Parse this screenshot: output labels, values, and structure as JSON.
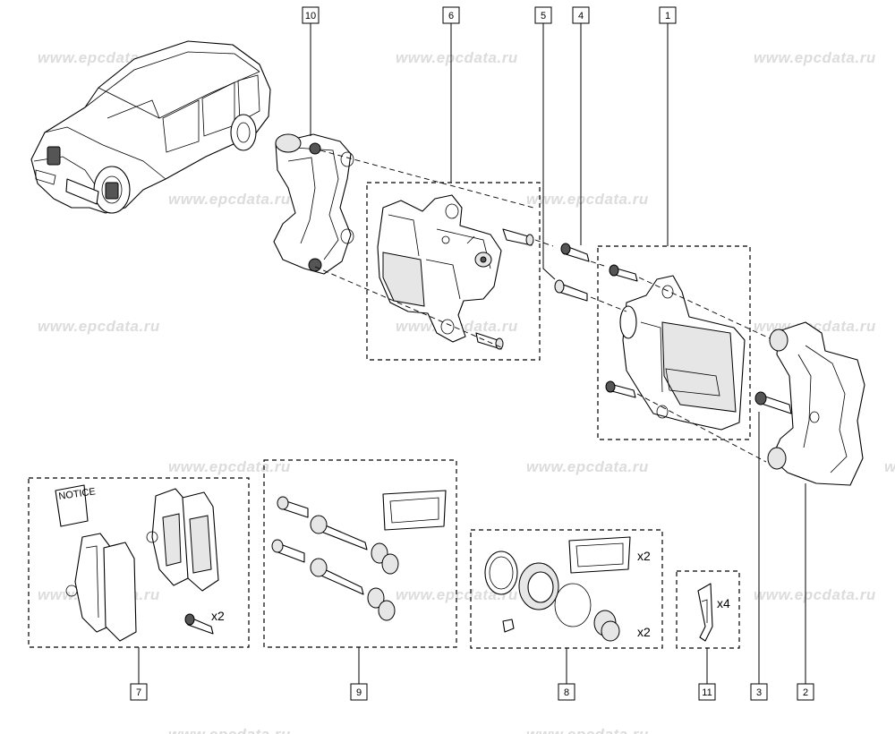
{
  "watermark": {
    "text": "www.epcdata.ru"
  },
  "callouts": {
    "c1": "1",
    "c2": "2",
    "c3": "3",
    "c4": "4",
    "c5": "5",
    "c6": "6",
    "c7": "7",
    "c8": "8",
    "c9": "9",
    "c10": "10",
    "c11": "11"
  },
  "quantities": {
    "pad_bolts": "x2",
    "seal_pack": "x2",
    "boots": "x2",
    "clips": "x4"
  },
  "notice_label": "NOTICE",
  "colors": {
    "line": "#000000",
    "watermark": "#dcdcdc",
    "background": "#ffffff"
  }
}
